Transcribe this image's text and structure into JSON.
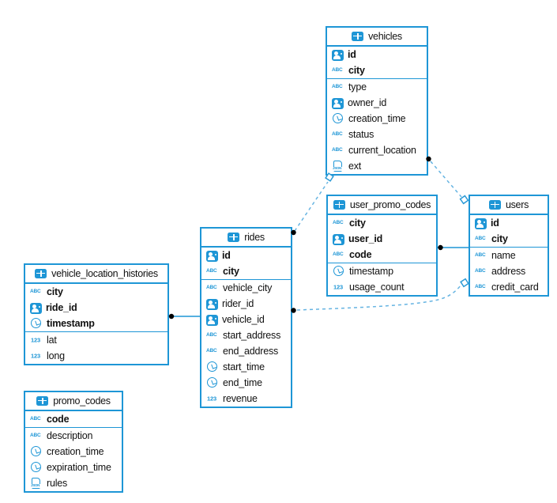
{
  "colors": {
    "accent": "#1e96d6",
    "dashed_line": "#66b4e2",
    "dot": "#000000",
    "background": "#ffffff"
  },
  "tables": [
    {
      "name": "vehicles",
      "pk": [
        {
          "icon": "uuid-icon",
          "name": "id"
        },
        {
          "icon": "string-icon",
          "name": "city"
        }
      ],
      "cols": [
        {
          "icon": "string-icon",
          "name": "type"
        },
        {
          "icon": "uuid-icon",
          "name": "owner_id"
        },
        {
          "icon": "timestamp-icon",
          "name": "creation_time"
        },
        {
          "icon": "string-icon",
          "name": "status"
        },
        {
          "icon": "string-icon",
          "name": "current_location"
        },
        {
          "icon": "json-icon",
          "name": "ext"
        }
      ]
    },
    {
      "name": "user_promo_codes",
      "pk": [
        {
          "icon": "string-icon",
          "name": "city"
        },
        {
          "icon": "uuid-icon",
          "name": "user_id"
        },
        {
          "icon": "string-icon",
          "name": "code"
        }
      ],
      "cols": [
        {
          "icon": "timestamp-icon",
          "name": "timestamp"
        },
        {
          "icon": "int-icon",
          "name": "usage_count"
        }
      ]
    },
    {
      "name": "users",
      "pk": [
        {
          "icon": "uuid-icon",
          "name": "id"
        },
        {
          "icon": "string-icon",
          "name": "city"
        }
      ],
      "cols": [
        {
          "icon": "string-icon",
          "name": "name"
        },
        {
          "icon": "string-icon",
          "name": "address"
        },
        {
          "icon": "string-icon",
          "name": "credit_card"
        }
      ]
    },
    {
      "name": "rides",
      "pk": [
        {
          "icon": "uuid-icon",
          "name": "id"
        },
        {
          "icon": "string-icon",
          "name": "city"
        }
      ],
      "cols": [
        {
          "icon": "string-icon",
          "name": "vehicle_city"
        },
        {
          "icon": "uuid-icon",
          "name": "rider_id"
        },
        {
          "icon": "uuid-icon",
          "name": "vehicle_id"
        },
        {
          "icon": "string-icon",
          "name": "start_address"
        },
        {
          "icon": "string-icon",
          "name": "end_address"
        },
        {
          "icon": "timestamp-icon",
          "name": "start_time"
        },
        {
          "icon": "timestamp-icon",
          "name": "end_time"
        },
        {
          "icon": "int-icon",
          "name": "revenue"
        }
      ]
    },
    {
      "name": "vehicle_location_histories",
      "pk": [
        {
          "icon": "string-icon",
          "name": "city"
        },
        {
          "icon": "uuid-icon",
          "name": "ride_id"
        },
        {
          "icon": "timestamp-icon",
          "name": "timestamp"
        }
      ],
      "cols": [
        {
          "icon": "int-icon",
          "name": "lat"
        },
        {
          "icon": "int-icon",
          "name": "long"
        }
      ]
    },
    {
      "name": "promo_codes",
      "pk": [
        {
          "icon": "string-icon",
          "name": "code"
        }
      ],
      "cols": [
        {
          "icon": "string-icon",
          "name": "description"
        },
        {
          "icon": "timestamp-icon",
          "name": "creation_time"
        },
        {
          "icon": "timestamp-icon",
          "name": "expiration_time"
        },
        {
          "icon": "json-icon",
          "name": "rules"
        }
      ]
    }
  ],
  "relationships": [
    {
      "from_table": "rides",
      "to_table": "vehicles",
      "style": "dashed"
    },
    {
      "from_table": "vehicles",
      "to_table": "users",
      "style": "dashed"
    },
    {
      "from_table": "rides",
      "to_table": "users",
      "style": "dashed"
    },
    {
      "from_table": "vehicle_location_histories",
      "to_table": "rides",
      "style": "solid"
    },
    {
      "from_table": "user_promo_codes",
      "to_table": "users",
      "style": "solid"
    }
  ]
}
